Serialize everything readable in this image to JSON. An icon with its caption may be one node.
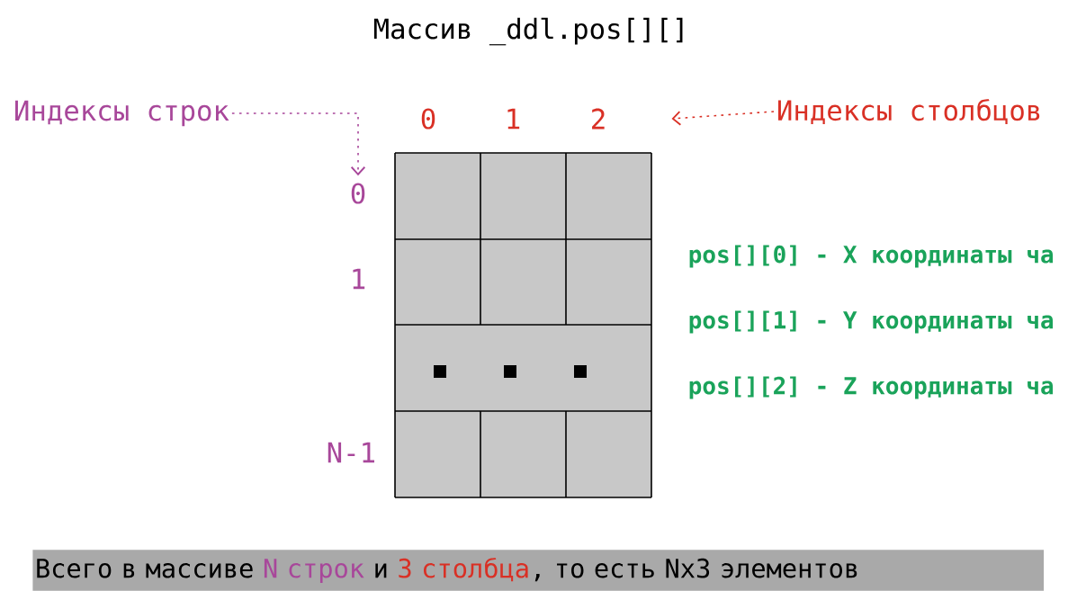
{
  "diagram": {
    "title": "Массив _ddl.pos[][]",
    "nodes": [
      {
        "text": [
          "Индексы строк"
        ]
      },
      {
        "text": [
          "0"
        ]
      },
      {
        "text": [
          "1"
        ]
      },
      {
        "text": [
          "2"
        ]
      },
      {
        "text": [
          "Индексы столбцов"
        ]
      },
      {
        "text": [
          "0"
        ]
      },
      {
        "text": [
          "1"
        ]
      },
      {
        "text": [
          "N-1"
        ]
      },
      {
        "text": [
          "Всего в массиве",
          "N строк",
          "и",
          "3 столбца",
          ", то есть Nx3 элементов"
        ]
      }
    ],
    "edges": [
      {
        "from": 0,
        "to": 5,
        "arrow": "to",
        "style": "dashed",
        "color": "#a8479a"
      },
      {
        "from": 4,
        "to": 3,
        "arrow": "to",
        "style": "dashed",
        "color": "#d93025"
      }
    ],
    "labels": [
      "pos[][0] - X координаты ча",
      "pos[][1] - Y координаты ча",
      "pos[][2] - Z координаты ча"
    ]
  }
}
